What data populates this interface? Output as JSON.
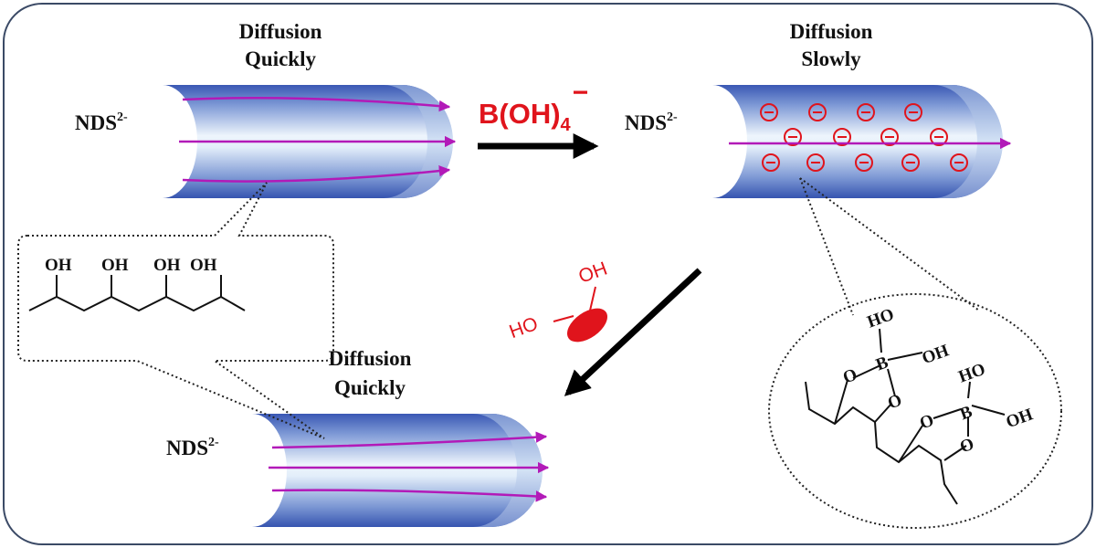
{
  "tube_top_left": {
    "title_line1": "Diffusion",
    "title_line2": "Quickly",
    "species": "NDS",
    "species_charge": "2-"
  },
  "tube_top_right": {
    "title_line1": "Diffusion",
    "title_line2": "Slowly",
    "species": "NDS",
    "species_charge": "2-",
    "charge_symbol": "⊖"
  },
  "tube_bottom": {
    "title_line1": "Diffusion",
    "title_line2": "Quickly",
    "species": "NDS",
    "species_charge": "2-"
  },
  "reagent_top": {
    "base": "B(OH)",
    "subscript": "4",
    "superscript": "−"
  },
  "reagent_diag": {
    "ho": "HO",
    "oh": "OH"
  },
  "pva_structure": {
    "oh_labels": [
      "OH",
      "OH",
      "OH",
      "OH"
    ]
  },
  "borate_structure": {
    "labels": {
      "ho1": "HO",
      "b1": "B",
      "oh1": "OH",
      "ho2": "HO",
      "b2": "B",
      "oh2": "OH",
      "o": "O"
    }
  },
  "colors": {
    "tube_dark": "#3f5eb8",
    "tube_light": "#e8f1fb",
    "rim": "#aac0e6",
    "arrow_magenta": "#b21ab8",
    "reagent_red": "#e0141c",
    "frame": "#3b4a66"
  }
}
